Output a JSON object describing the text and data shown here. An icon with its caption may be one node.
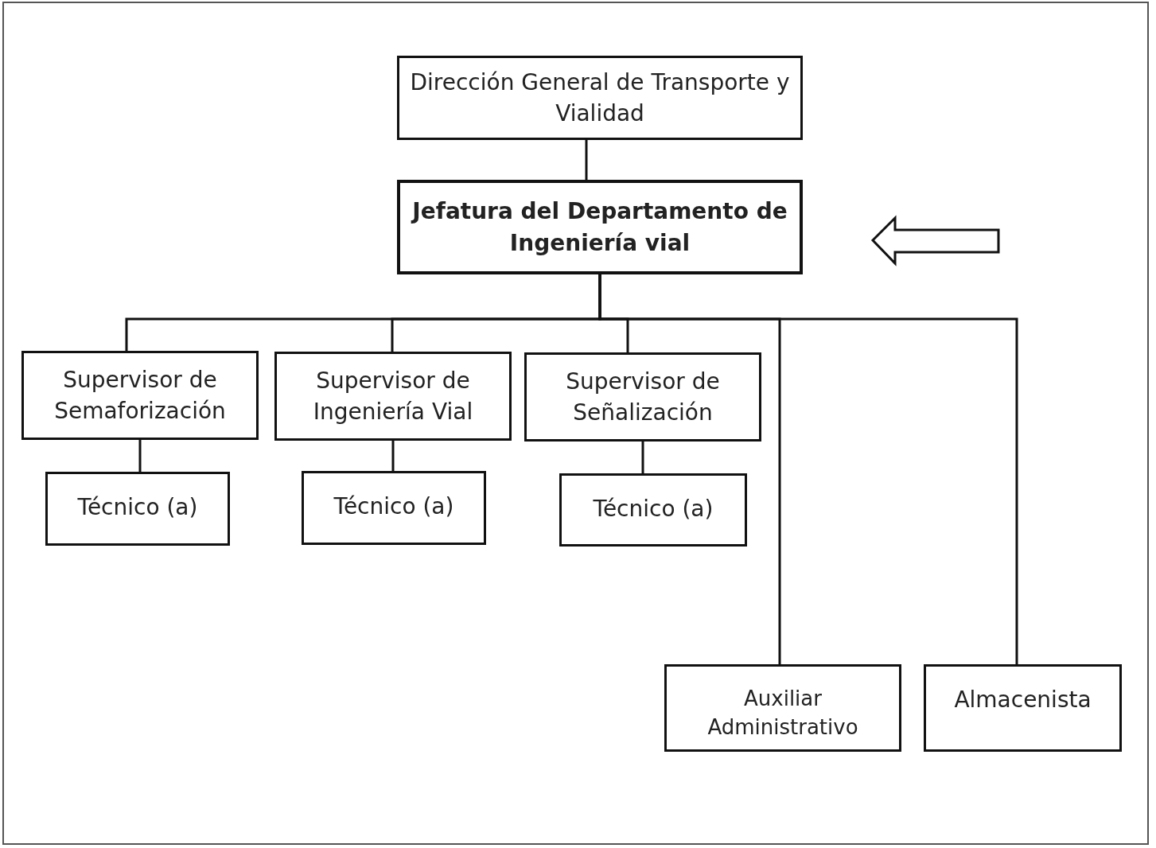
{
  "diagram": {
    "nodes": [
      {
        "text": [
          "Dirección General de Transporte y Vialidad"
        ]
      },
      {
        "text": [
          "Jefatura del Departamento de Ingeniería vial"
        ]
      },
      {
        "text": [
          "Supervisor de Semaforización"
        ]
      },
      {
        "text": [
          "Supervisor de Ingeniería Vial"
        ]
      },
      {
        "text": [
          "Supervisor de Señalización"
        ]
      },
      {
        "text": [
          "Técnico (a)"
        ]
      },
      {
        "text": [
          "Técnico (a)"
        ]
      },
      {
        "text": [
          "Técnico (a)"
        ]
      },
      {
        "text": [
          "Auxiliar Administrativo"
        ]
      },
      {
        "text": [
          "Almacenista"
        ]
      }
    ],
    "edges": [
      {
        "from": 0,
        "to": 1,
        "arrow": "none"
      },
      {
        "from": 1,
        "to": 2,
        "arrow": "none"
      },
      {
        "from": 1,
        "to": 3,
        "arrow": "none"
      },
      {
        "from": 1,
        "to": 4,
        "arrow": "none"
      },
      {
        "from": 1,
        "to": 8,
        "arrow": "none"
      },
      {
        "from": 1,
        "to": 9,
        "arrow": "none"
      },
      {
        "from": 2,
        "to": 5,
        "arrow": "none"
      },
      {
        "from": 3,
        "to": 6,
        "arrow": "none"
      },
      {
        "from": 4,
        "to": 7,
        "arrow": "none"
      }
    ]
  }
}
